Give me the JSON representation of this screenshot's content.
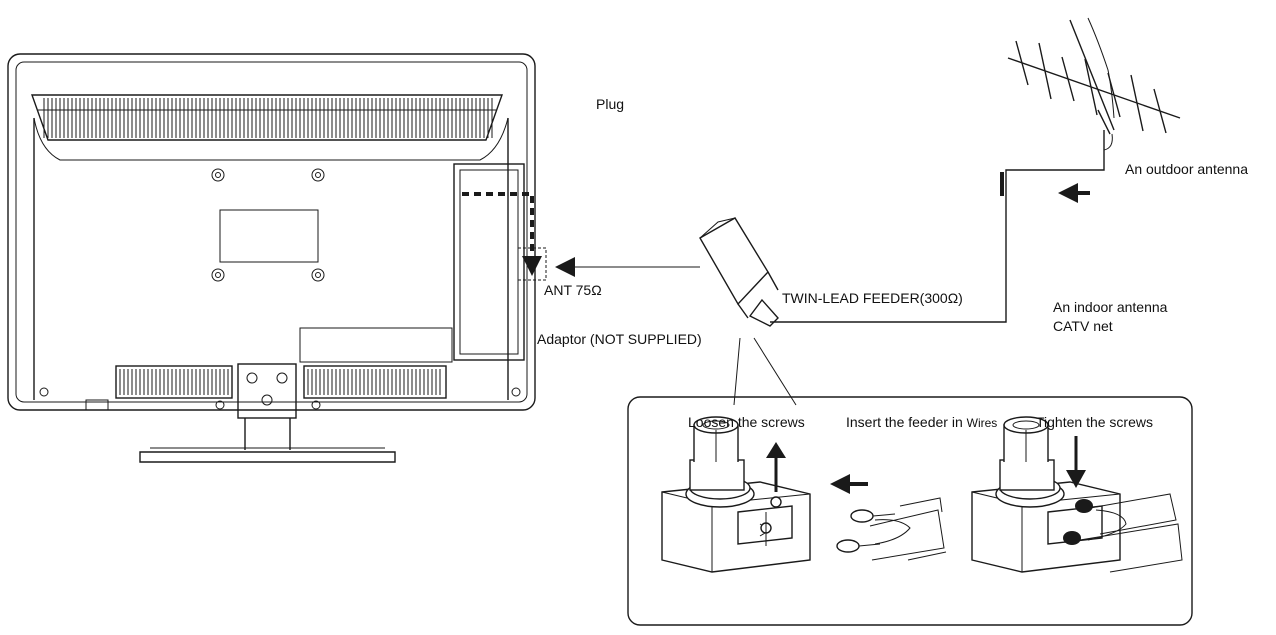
{
  "labels": {
    "plug": "Plug",
    "ant": "ANT 75Ω",
    "adaptor": "Adaptor  (NOT SUPPLIED)",
    "twin_lead": "TWIN-LEAD FEEDER(300Ω)",
    "outdoor_antenna": "An outdoor antenna",
    "indoor_antenna": "An indoor antenna",
    "catv": "CATV net",
    "loosen": "Loosen the screws",
    "insert_prefix": "Insert the feeder in",
    "insert_wires": "Wires",
    "tighten": "Tighten the screws"
  },
  "icons": {
    "tv": "tv-rear-panel",
    "antenna": "outdoor-yagi-antenna",
    "adaptor": "balun-adaptor",
    "arrow": "arrow-icon",
    "screw": "screw-icon"
  },
  "colors": {
    "line": "#1a1a1a",
    "background": "#ffffff"
  }
}
